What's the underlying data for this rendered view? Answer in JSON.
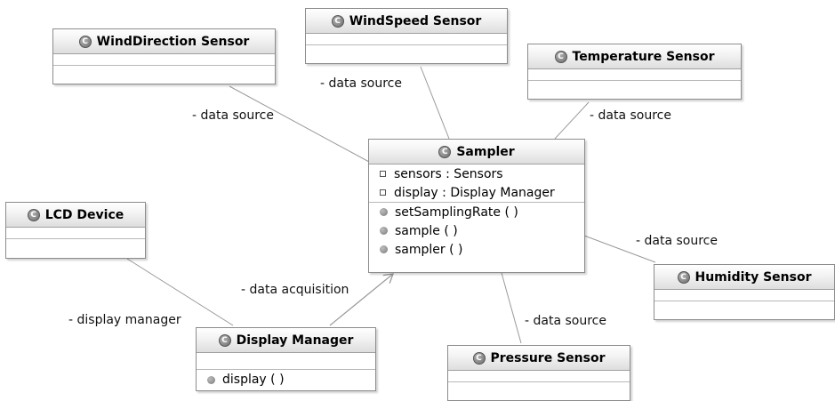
{
  "diagram": {
    "classes": {
      "winddirection": {
        "name": "WindDirection Sensor"
      },
      "windspeed": {
        "name": "WindSpeed Sensor"
      },
      "temperature": {
        "name": "Temperature Sensor"
      },
      "sampler": {
        "name": "Sampler",
        "fields": [
          "sensors : Sensors",
          "display : Display Manager"
        ],
        "methods": [
          "setSamplingRate ( )",
          "sample ( )",
          "sampler ( )"
        ]
      },
      "lcd": {
        "name": "LCD Device"
      },
      "humidity": {
        "name": "Humidity Sensor"
      },
      "displaymanager": {
        "name": "Display Manager",
        "methods": [
          "display ( )"
        ]
      },
      "pressure": {
        "name": "Pressure Sensor"
      }
    },
    "labels": {
      "winddirection": "- data source",
      "windspeed": "- data source",
      "temperature": "- data source",
      "humidity": "- data source",
      "pressure": "- data source",
      "acquisition": "- data acquisition",
      "display_manager": "- display manager"
    },
    "class_icon_glyph": "C",
    "colors": {
      "line": "#9a9a9a",
      "border": "#8c8c8c",
      "header_top": "#ffffff",
      "header_bottom": "#dedede"
    }
  }
}
